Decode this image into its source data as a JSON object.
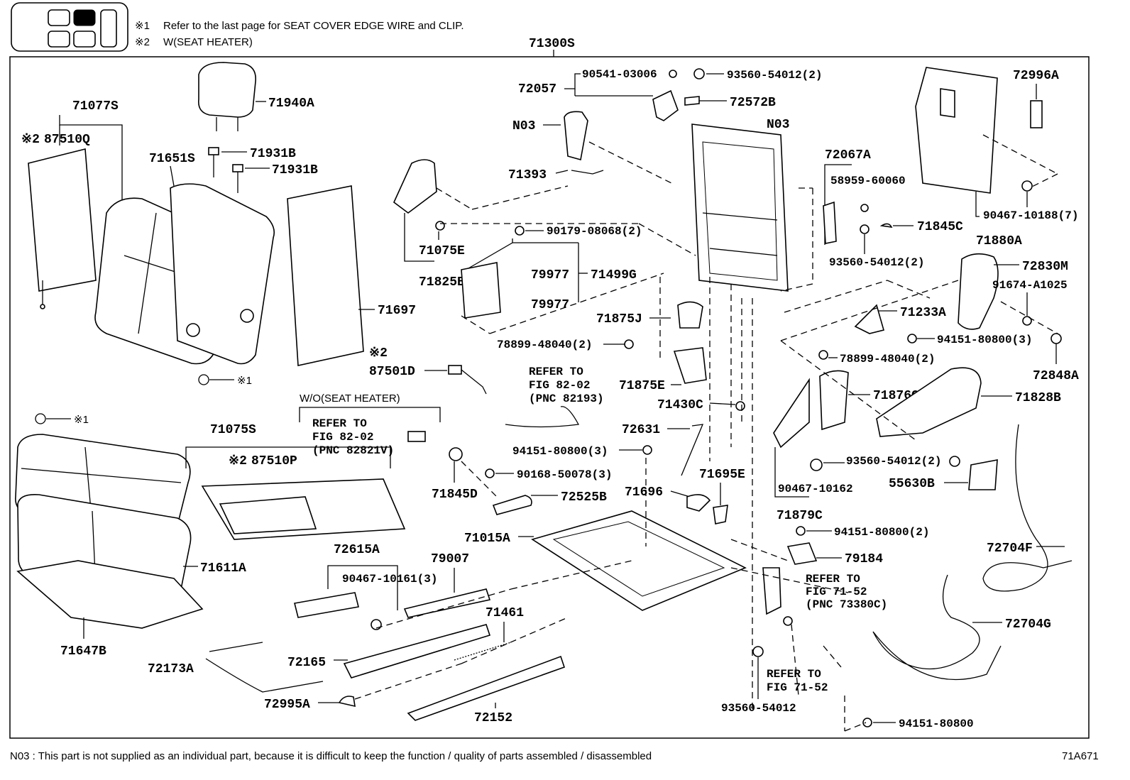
{
  "header": {
    "note1_mark": "※1",
    "note1_text": "Refer to the last page for SEAT COVER EDGE WIRE and CLIP.",
    "note2_mark": "※2",
    "note2_text": "W(SEAT HEATER)",
    "assembly_label": "71300S"
  },
  "footer": {
    "n03_note": "N03 : This part is not supplied as an individual part, because it is difficult to keep the function / quality of parts assembled / disassembled",
    "figure_id": "71A671"
  },
  "wo_box": {
    "title": "W/O(SEAT HEATER)",
    "ref1": "REFER TO",
    "ref2": "FIG 82-02",
    "ref3": "(PNC 82821V)"
  },
  "ref_82193": {
    "l1": "REFER TO",
    "l2": "FIG 82-02",
    "l3": "(PNC 82193)"
  },
  "ref_73380c": {
    "l1": "REFER TO",
    "l2": "FIG 71-52",
    "l3": "(PNC 73380C)"
  },
  "ref_7152": {
    "l1": "REFER TO",
    "l2": "FIG 71-52"
  },
  "labels": {
    "p71077S": "71077S",
    "p87510Q": "87510Q",
    "m87510Q": "※2",
    "p71940A": "71940A",
    "p71931B_1": "71931B",
    "p71931B_2": "71931B",
    "p71651S": "71651S",
    "p71697": "71697",
    "m1_back": "※1",
    "m1_cush": "※1",
    "p71075S": "71075S",
    "p87510P": "87510P",
    "m87510P": "※2",
    "p71611A": "71611A",
    "p71647B": "71647B",
    "p71825B": "71825B",
    "p71075E": "71075E",
    "p72057": "72057",
    "p90541": "90541-03006",
    "p93560a": "93560-54012(2)",
    "p72572B": "72572B",
    "p_n03a": "N03",
    "p71393": "71393",
    "p_n03b": "N03",
    "p90179": "90179-08068(2)",
    "p79977a": "79977",
    "p71499G": "71499G",
    "p79977b": "79977",
    "p71875J": "71875J",
    "p78899a": "78899-48040(2)",
    "m87501D": "※2",
    "p87501D": "87501D",
    "p71875E": "71875E",
    "p71430C": "71430C",
    "p72631": "72631",
    "p94151a": "94151-80800(3)",
    "p71845D": "71845D",
    "p90168": "90168-50078(3)",
    "p72525B": "72525B",
    "p71696": "71696",
    "p71695E": "71695E",
    "p71015A": "71015A",
    "p72615A": "72615A",
    "p90467a": "90467-10161(3)",
    "p79007": "79007",
    "p71461": "71461",
    "p72165": "72165",
    "p72173A": "72173A",
    "p72995A": "72995A",
    "p72152": "72152",
    "p72067A": "72067A",
    "p58959": "58959-60060",
    "p71845C": "71845C",
    "p93560b": "93560-54012(2)",
    "p72996A": "72996A",
    "p90467b": "90467-10188(7)",
    "p71880A": "71880A",
    "p72830M": "72830M",
    "p91674": "91674-A1025",
    "p71233A": "71233A",
    "p94151b": "94151-80800(3)",
    "p78899b": "78899-48040(2)",
    "p72848A": "72848A",
    "p71876C": "71876C",
    "p71828B": "71828B",
    "p93560c": "93560-54012(2)",
    "p55630B": "55630B",
    "p90467c": "90467-10162",
    "p71879C": "71879C",
    "p94151c": "94151-80800(2)",
    "p79184": "79184",
    "p72704F": "72704F",
    "p72704G": "72704G",
    "p93560d": "93560-54012",
    "p94151d": "94151-80800"
  }
}
